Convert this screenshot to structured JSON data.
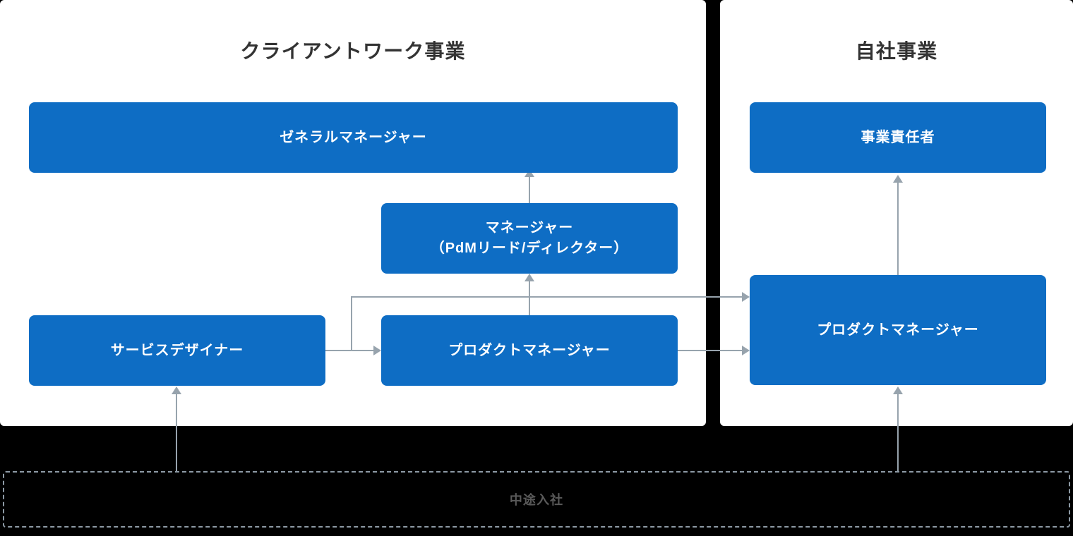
{
  "diagram": {
    "title_client_work": "クライアントワーク事業",
    "title_own_business": "自社事業",
    "boxes": {
      "general_manager": "ゼネラルマネージャー",
      "manager": "マネージャー\n（PdMリード/ディレクター）",
      "service_designer": "サービスデザイナー",
      "product_manager_client": "プロダクトマネージャー",
      "business_owner": "事業責任者",
      "product_manager_own": "プロダクトマネージャー"
    },
    "mid_career_label": "中途入社",
    "colors": {
      "box_blue": "#0E6DC4",
      "panel_white": "#FFFFFF",
      "page_black": "#000000",
      "connector_gray": "#97A3AD",
      "title_gray": "#333333",
      "mid_career_text_gray": "#595959",
      "dashed_border_gray": "#8D9AA5"
    }
  }
}
